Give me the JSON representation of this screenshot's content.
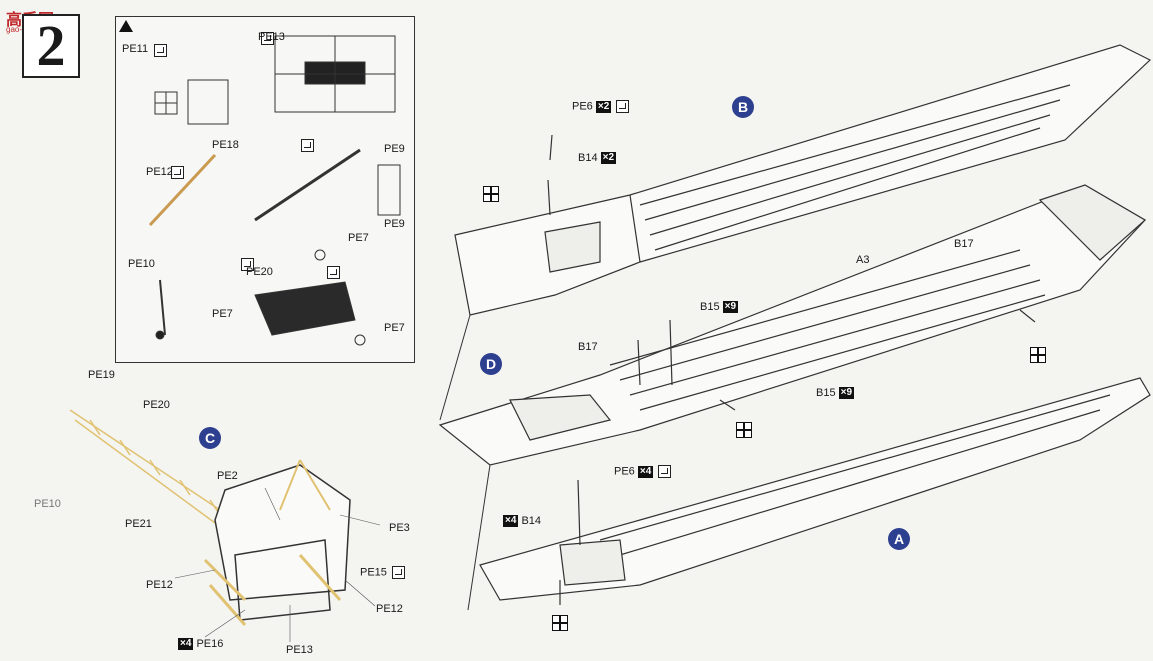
{
  "header": {
    "step_number": "2",
    "watermark_main": "高手网",
    "watermark_sub": "gao-shou.com"
  },
  "inset": {
    "labels": {
      "pe11": "PE11",
      "pe13": "PE13",
      "pe12": "PE12",
      "pe18": "PE18",
      "pe9_top": "PE9",
      "pe9_bottom": "PE9",
      "pe10": "PE10",
      "pe20": "PE20",
      "pe7_top": "PE7",
      "pe7_left": "PE7",
      "pe7_right": "PE7"
    }
  },
  "callouts": {
    "b": "B",
    "a": "A",
    "c": "C",
    "d": "D"
  },
  "parts": {
    "pe6_top": "PE6",
    "pe6_top_qty": "×2",
    "b14_top": "B14",
    "b14_top_qty": "×2",
    "b17_upper": "B17",
    "a3": "A3",
    "b15_top": "B15",
    "b15_top_qty": "×9",
    "b17_left": "B17",
    "b15_bottom": "B15",
    "b15_bottom_qty": "×9",
    "pe6_bottom": "PE6",
    "pe6_bottom_qty": "×4",
    "b14_bottom": "B14",
    "b14_bottom_qty": "×4"
  },
  "crane": {
    "pe19": "PE19",
    "pe20": "PE20",
    "pe10": "PE10",
    "pe21": "PE21",
    "pe2": "PE2",
    "pe3": "PE3",
    "pe15": "PE15",
    "pe12_left": "PE12",
    "pe12_right": "PE12",
    "pe16": "PE16",
    "pe16_qty": "×4",
    "pe13": "PE13"
  },
  "colors": {
    "callout": "#2d3f8f",
    "photoetch": "#f1d98a",
    "hull_line": "#333333",
    "watermark": "#c0282c"
  }
}
